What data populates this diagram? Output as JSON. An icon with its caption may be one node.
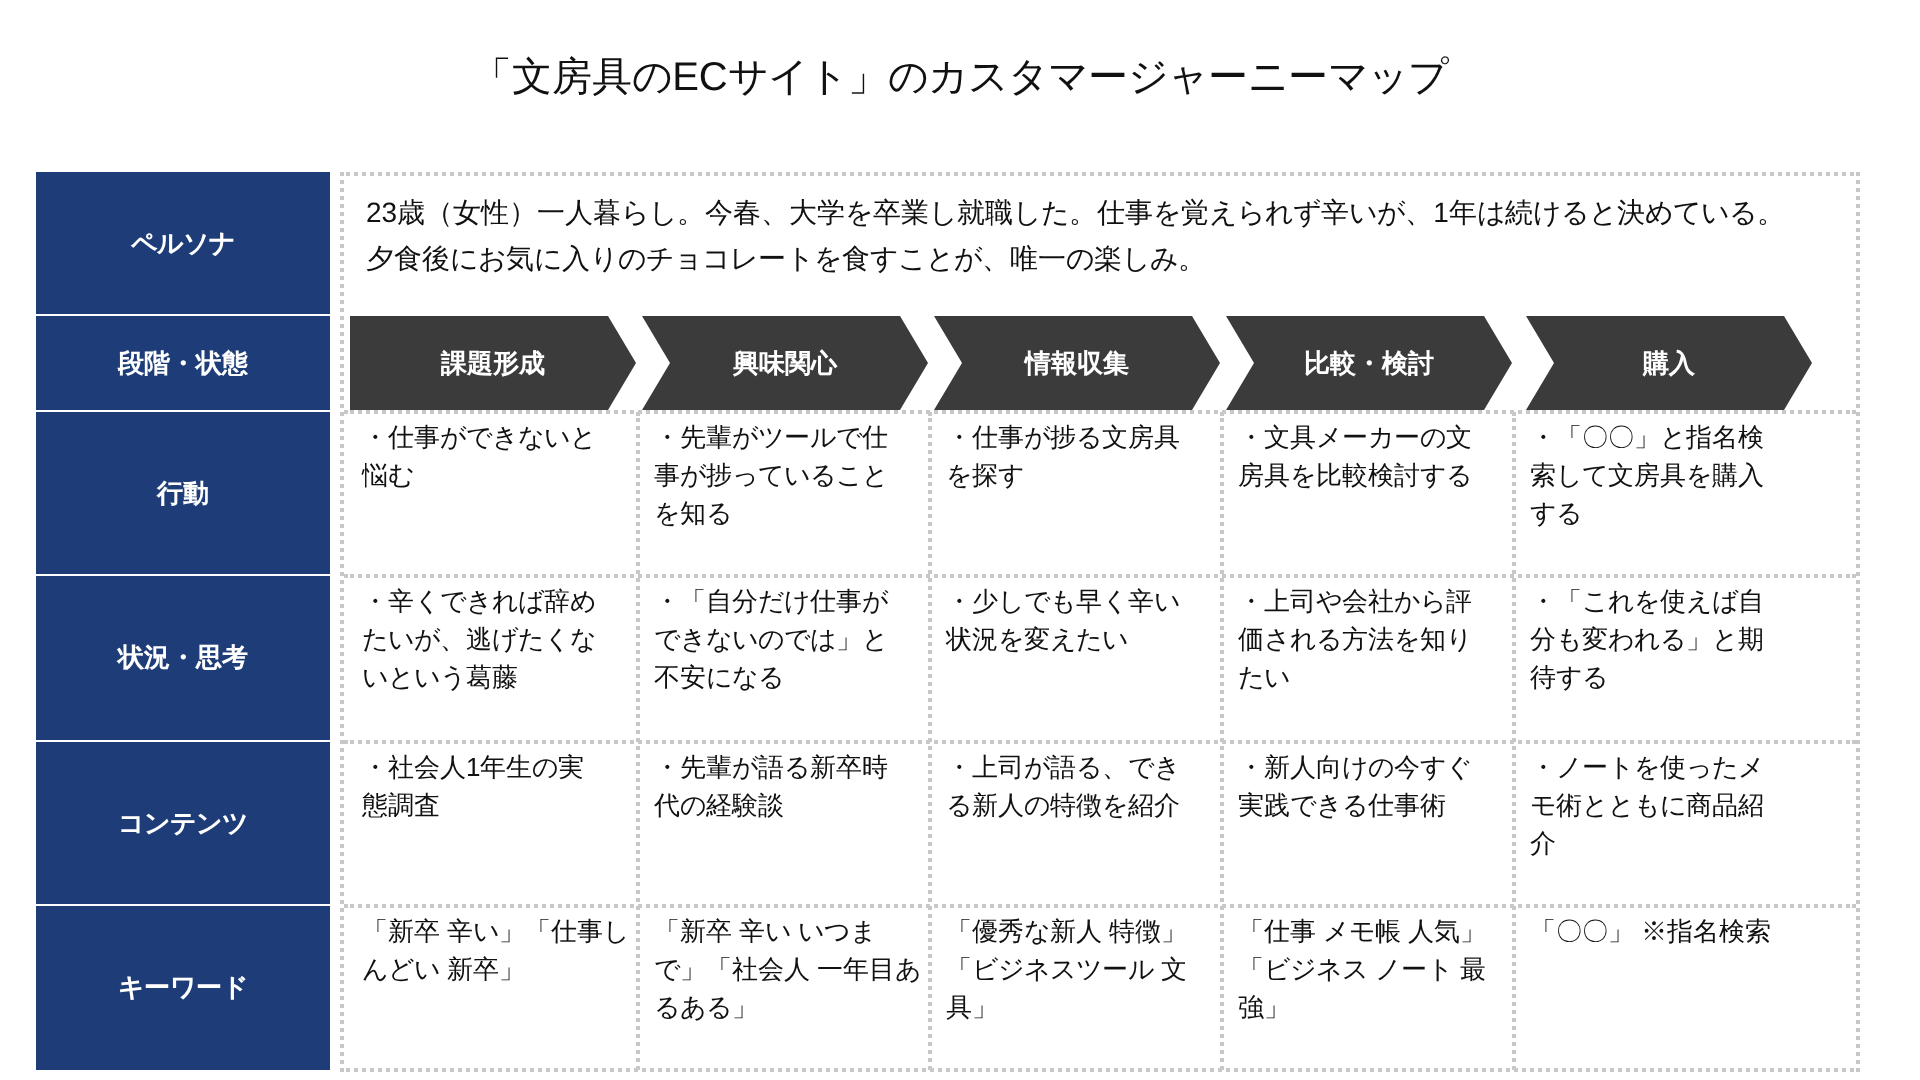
{
  "diagram": {
    "title": "「文房具のECサイト」のカスタマージャーニーマップ",
    "nodes": [
      {
        "text": [
          "ペルソナ"
        ]
      },
      {
        "text": [
          "段階・状態"
        ]
      },
      {
        "text": [
          "行動"
        ]
      },
      {
        "text": [
          "状況・思考"
        ]
      },
      {
        "text": [
          "コンテンツ"
        ]
      },
      {
        "text": [
          "キーワード"
        ]
      },
      {
        "text": [
          "課題形成"
        ]
      },
      {
        "text": [
          "興味関心"
        ]
      },
      {
        "text": [
          "情報収集"
        ]
      },
      {
        "text": [
          "比較・検討"
        ]
      },
      {
        "text": [
          "購入"
        ]
      }
    ],
    "edges": [],
    "labels": [
      "23歳（女性）一人暮らし。今春、大学を卒業し就職した。仕事を覚えられず辛いが、1年は続けると決めている。夕食後にお気に入りのチョコレートを食すことが、唯一の楽しみ。",
      "・仕事ができないと悩む",
      "・先輩がツールで仕事が捗っていることを知る",
      "・仕事が捗る文房具を探す",
      "・文具メーカーの文房具を比較検討する",
      "・「〇〇」と指名検索して文房具を購入する",
      "・辛くできれば辞めたいが、逃げたくないという葛藤",
      "・「自分だけ仕事ができないのでは」と不安になる",
      "・少しでも早く辛い状況を変えたい",
      "・上司や会社から評価される方法を知りたい",
      "・「これを使えば自分も変われる」と期待する",
      "・社会人1年生の実態調査",
      "・先輩が語る新卒時代の経験談",
      "・上司が語る、できる新人の特徴を紹介",
      "・新人向けの今すぐ実践できる仕事術",
      "・ノートを使ったメモ術とともに商品紹介",
      "「新卒 辛い」「仕事しんどい 新卒」",
      "「新卒 辛い いつまで」「社会人 一年目あるある」",
      "「優秀な新人 特徴」「ビジネスツール 文具」",
      "「仕事 メモ帳 人気」「ビジネス ノート 最強」",
      "「〇〇」 ※指名検索"
    ]
  }
}
